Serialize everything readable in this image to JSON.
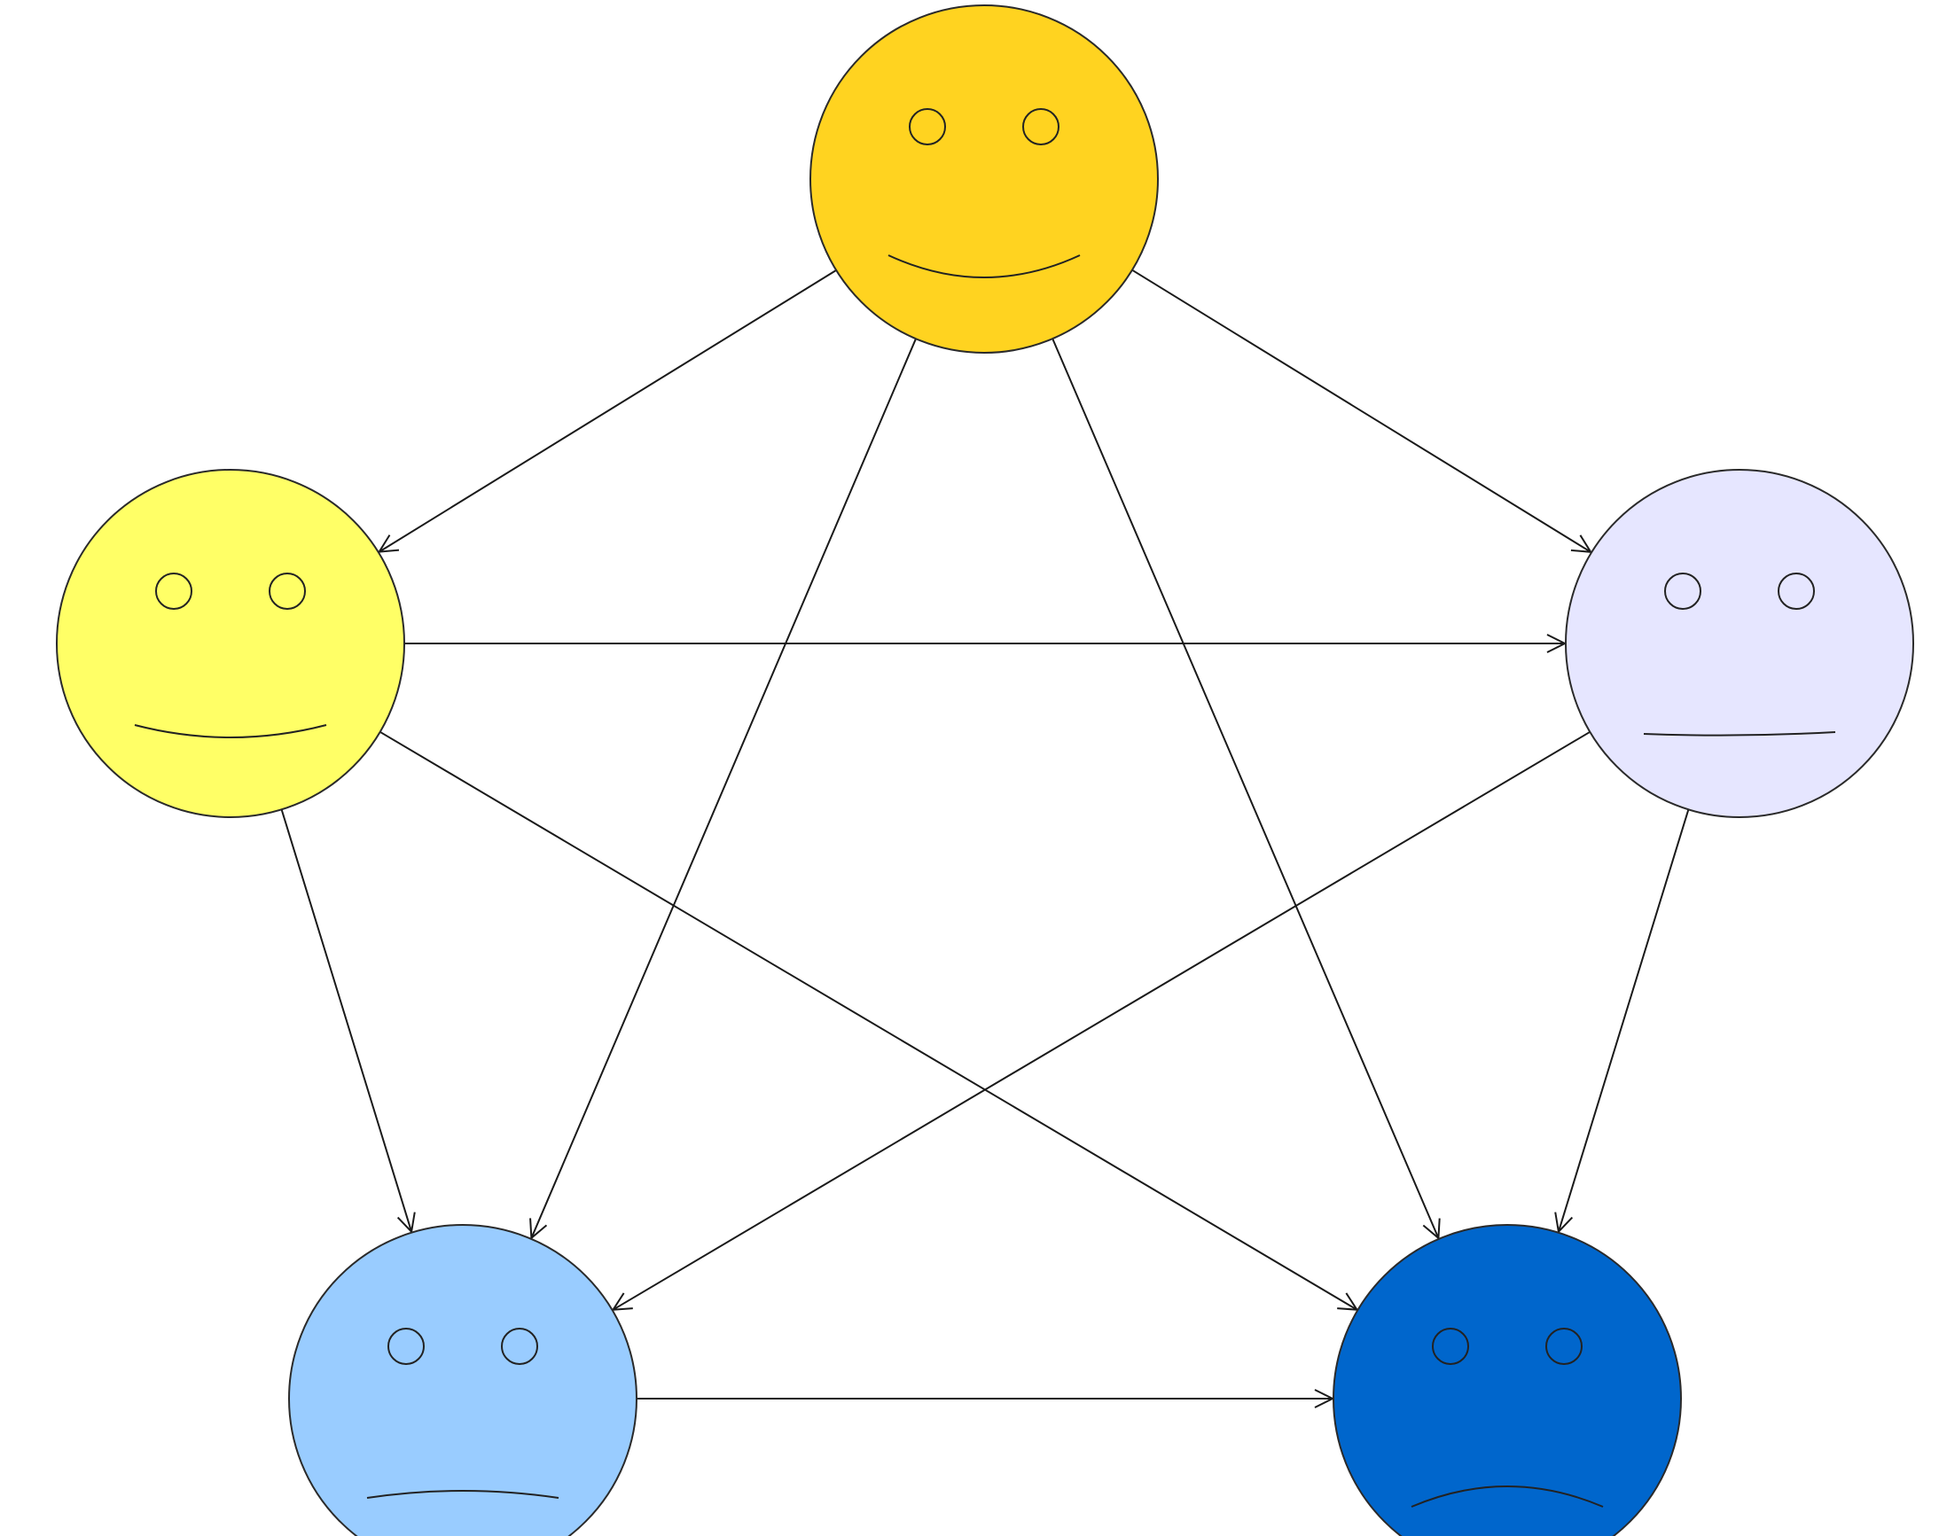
{
  "diagram": {
    "faces": [
      {
        "id": "very-happy",
        "mood": "very-happy",
        "color": "#FFD320",
        "icon": "very-happy-face-icon"
      },
      {
        "id": "happy",
        "mood": "happy",
        "color": "#FFFF66",
        "icon": "happy-face-icon"
      },
      {
        "id": "neutral",
        "mood": "neutral",
        "color": "#E6E6FF",
        "icon": "neutral-face-icon"
      },
      {
        "id": "sad",
        "mood": "sad",
        "color": "#99CCFF",
        "icon": "sad-face-icon"
      },
      {
        "id": "very-sad",
        "mood": "very-sad",
        "color": "#0066CC",
        "icon": "very-sad-face-icon"
      }
    ],
    "edges": [
      {
        "from": "very-happy",
        "to": "happy"
      },
      {
        "from": "very-happy",
        "to": "neutral"
      },
      {
        "from": "very-happy",
        "to": "sad"
      },
      {
        "from": "very-happy",
        "to": "very-sad"
      },
      {
        "from": "happy",
        "to": "neutral"
      },
      {
        "from": "happy",
        "to": "sad"
      },
      {
        "from": "happy",
        "to": "very-sad"
      },
      {
        "from": "neutral",
        "to": "sad"
      },
      {
        "from": "neutral",
        "to": "very-sad"
      },
      {
        "from": "sad",
        "to": "very-sad"
      }
    ],
    "stroke_color": "#1a1a1a"
  }
}
